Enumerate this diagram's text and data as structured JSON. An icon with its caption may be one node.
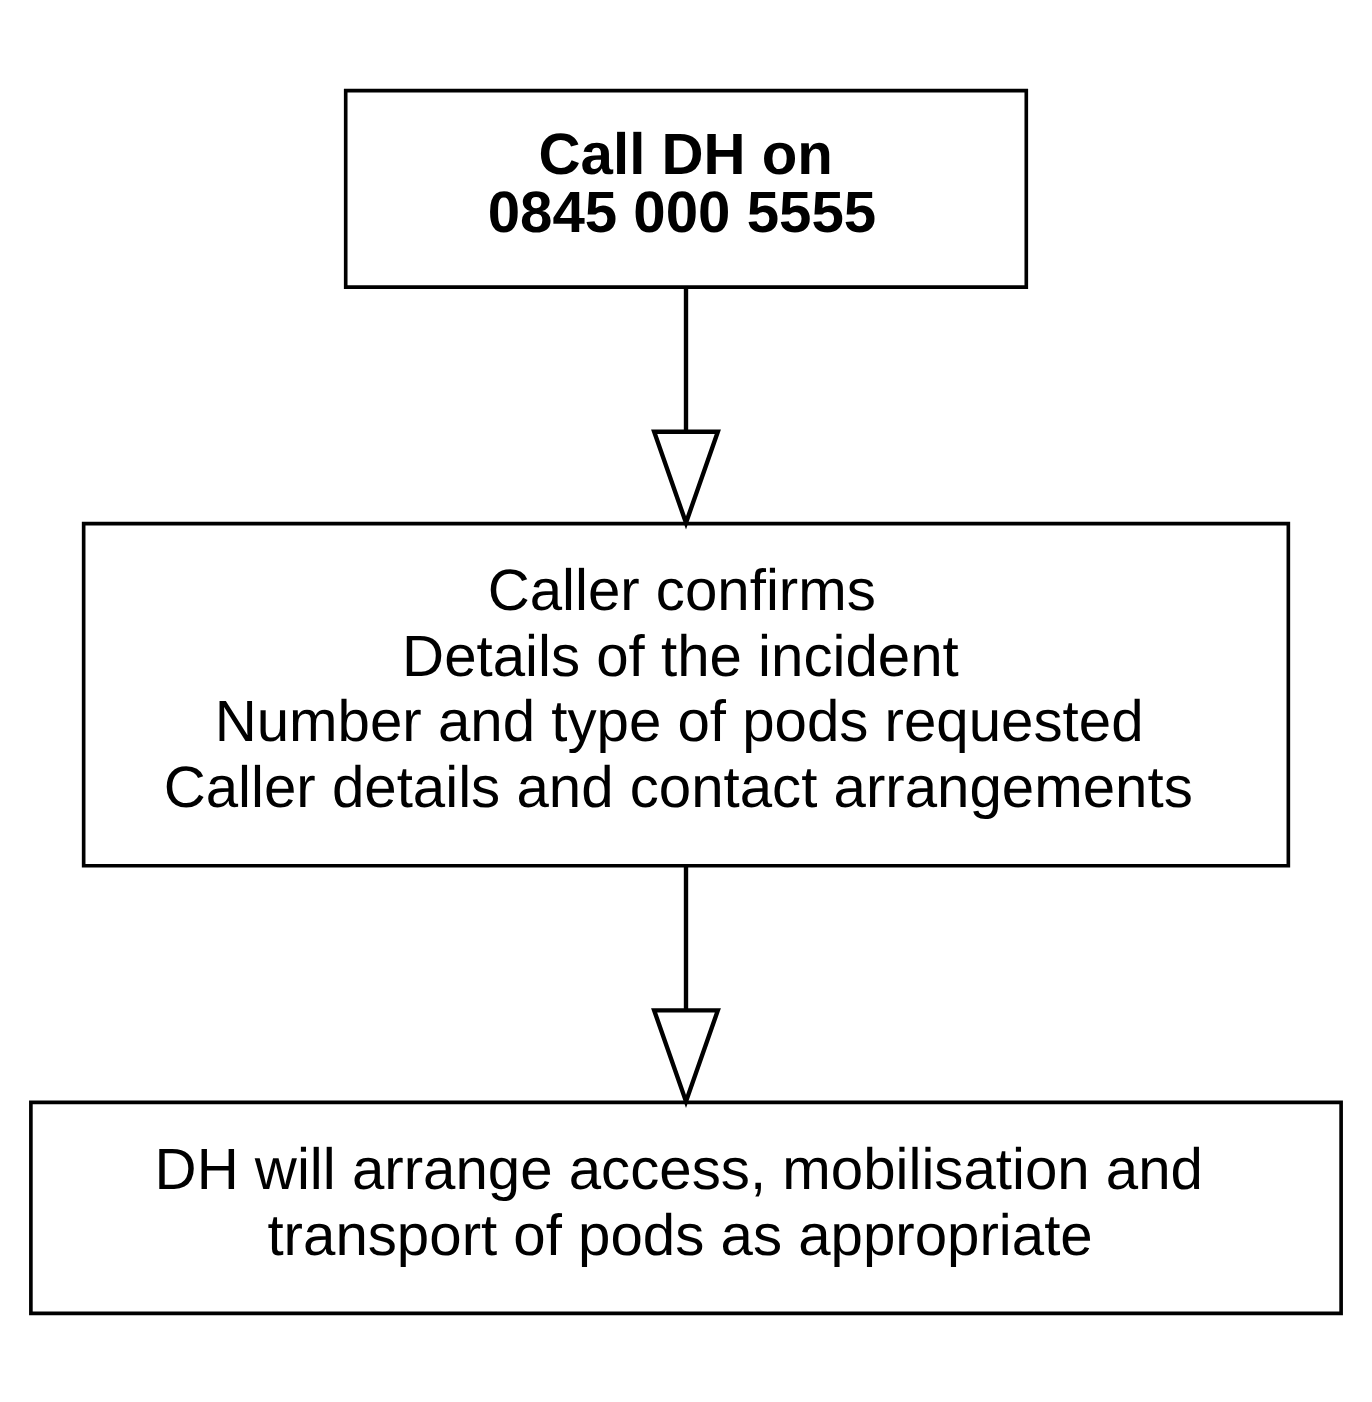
{
  "diagram": {
    "nodes": [
      {
        "text": [
          "Call DH on 0845 000 5555"
        ]
      },
      {
        "text": [
          "Caller confirms",
          "Details of the incident",
          "Number and type of pods requested",
          "Caller details and contact arrangements"
        ]
      },
      {
        "text": [
          "DH will arrange access, mobilisation and transport of pods as appropriate"
        ]
      }
    ],
    "edges": [
      {
        "from": 0,
        "to": 1,
        "arrow": "to"
      },
      {
        "from": 1,
        "to": 2,
        "arrow": "to"
      }
    ]
  }
}
